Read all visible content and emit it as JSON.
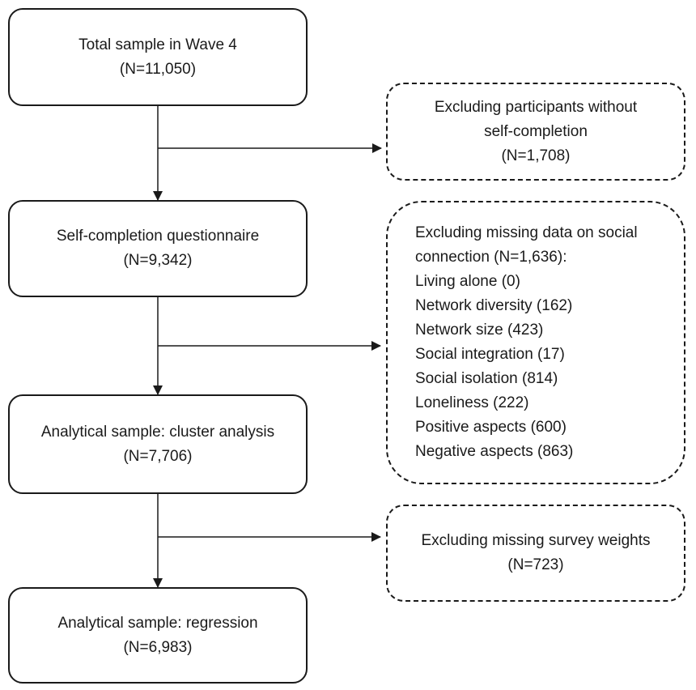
{
  "boxes": {
    "total": {
      "line1": "Total sample in Wave 4",
      "line2": "(N=11,050)"
    },
    "selfcomp": {
      "line1": "Self-completion questionnaire",
      "line2": "(N=9,342)"
    },
    "cluster": {
      "line1": "Analytical sample: cluster analysis",
      "line2": "(N=7,706)"
    },
    "regression": {
      "line1": "Analytical sample: regression",
      "line2": "(N=6,983)"
    }
  },
  "exclusions": {
    "selfcompletion": {
      "line1": "Excluding participants without",
      "line2": "self-completion",
      "line3": "(N=1,708)"
    },
    "social": {
      "line1": "Excluding missing data on social",
      "line2": "connection (N=1,636):",
      "items": [
        "Living alone (0)",
        "Network diversity (162)",
        "Network size (423)",
        "Social integration (17)",
        "Social isolation (814)",
        "Loneliness (222)",
        "Positive aspects (600)",
        "Negative aspects (863)"
      ]
    },
    "weights": {
      "line1": "Excluding missing survey weights",
      "line2": "(N=723)"
    }
  }
}
